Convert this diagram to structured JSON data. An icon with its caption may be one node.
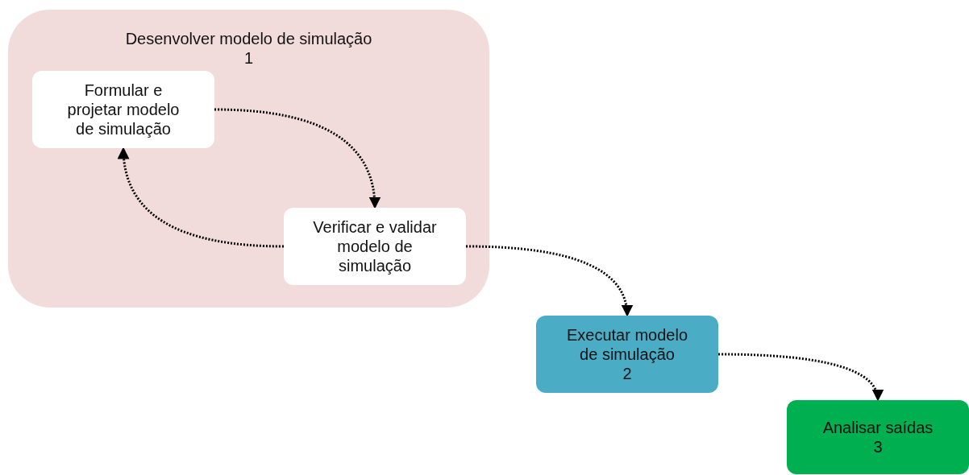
{
  "diagram": {
    "nodes": [
      {
        "text": [
          "Desenvolver modelo de simulação",
          "1"
        ]
      },
      {
        "text": [
          "Formular e projetar modelo de simulação"
        ],
        "in": 0
      },
      {
        "text": [
          "Verificar e validar modelo de simulação"
        ],
        "in": 0
      },
      {
        "text": [
          "Executar modelo de simulação",
          "2"
        ]
      },
      {
        "text": [
          "Analisar saídas",
          "3"
        ]
      }
    ],
    "edges": [
      {
        "from": 1,
        "to": 2,
        "arrow": "to"
      },
      {
        "from": 2,
        "to": 1,
        "arrow": "to"
      },
      {
        "from": 2,
        "to": 3,
        "arrow": "to"
      },
      {
        "from": 3,
        "to": 4,
        "arrow": "to"
      }
    ]
  }
}
